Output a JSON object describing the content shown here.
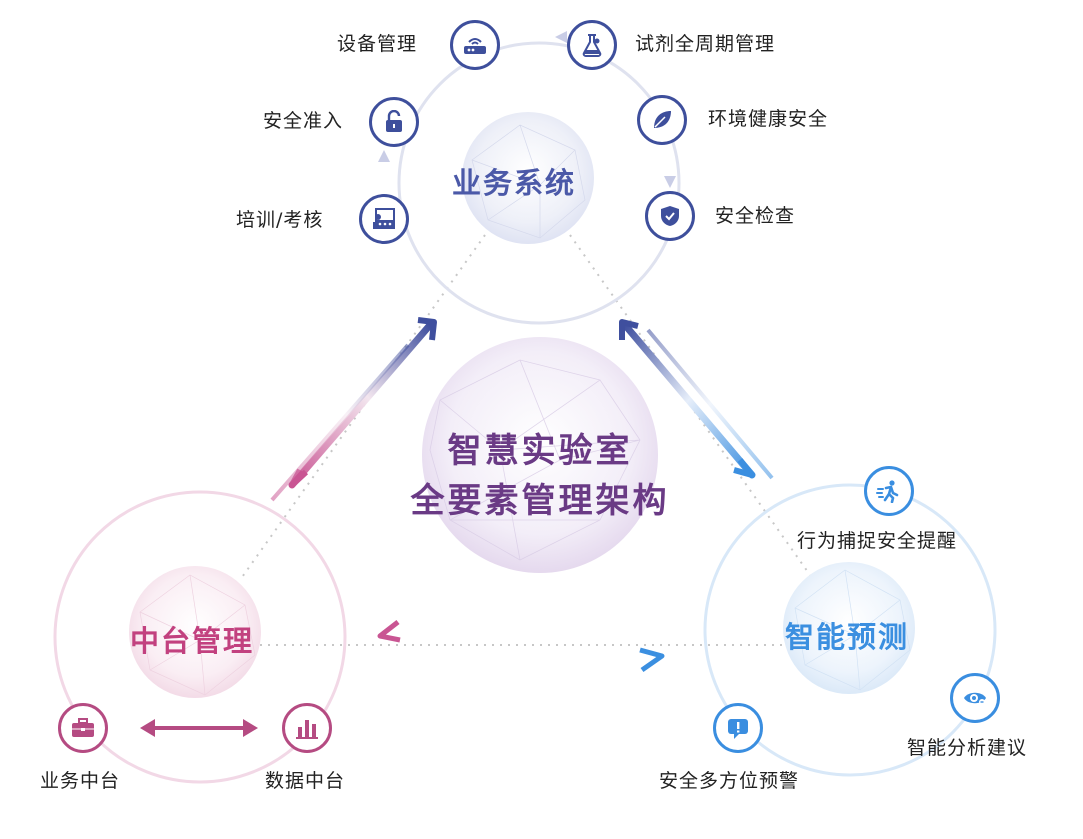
{
  "center": {
    "line1": "智慧实验室",
    "line2": "全要素管理架构"
  },
  "hubs": {
    "business": "业务系统",
    "middle": "中台管理",
    "intelligent": "智能预测"
  },
  "business_items": {
    "device": "设备管理",
    "reagent": "试剂全周期管理",
    "access": "安全准入",
    "environment": "环境健康安全",
    "training": "培训/考核",
    "inspection": "安全检查"
  },
  "middle_items": {
    "business_platform": "业务中台",
    "data_platform": "数据中台"
  },
  "intelligent_items": {
    "behavior": "行为捕捉安全提醒",
    "analysis": "智能分析建议",
    "warning": "安全多方位预警"
  },
  "colors": {
    "navy": "#3e4f9c",
    "pink": "#c2417f",
    "sky": "#3b8fe0",
    "purple": "#6a3a85"
  }
}
